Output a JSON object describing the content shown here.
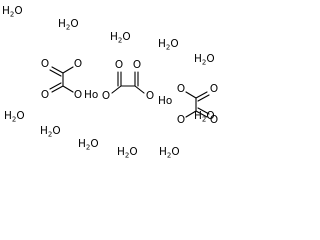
{
  "water": {
    "h": "H",
    "sub2": "2",
    "o": "O",
    "count": 11
  },
  "atoms": {
    "O": "O",
    "HO": "Ho"
  }
}
